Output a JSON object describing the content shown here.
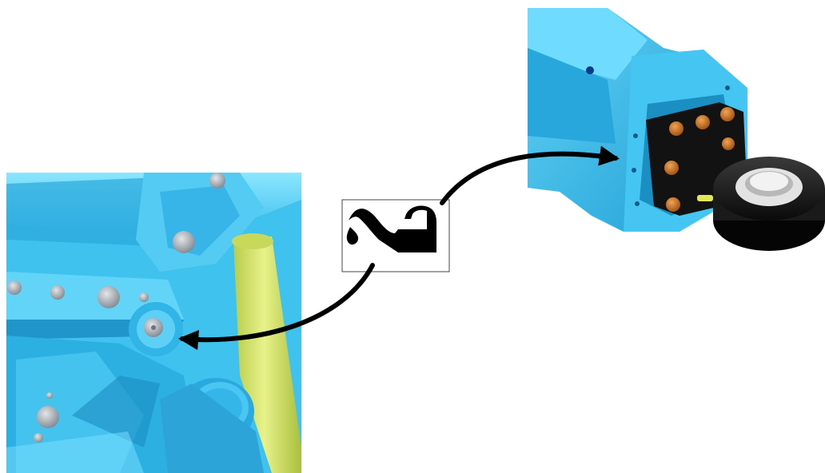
{
  "diagram": {
    "type": "lubrication-point-illustration",
    "colors": {
      "frame_blue": "#2fb8e6",
      "frame_blue_dark": "#1479a8",
      "frame_blue_light": "#7fe0ff",
      "yellow_rod": "#d8e86a",
      "flange_black": "#151515",
      "bolt_orange": "#c8701e",
      "bolt_grey": "#9aa0a6",
      "bushing_grey": "#d9d9d9",
      "arrow": "#000000"
    },
    "left_panel": {
      "subject": "pivot-joint-closeup",
      "has_grease_point": true
    },
    "right_panel": {
      "subject": "cylinder-end-with-bolted-flange",
      "has_grease_point": true
    },
    "center_icon": {
      "icon": "oil-can-icon",
      "meaning": "lubricate"
    },
    "arrows": [
      {
        "from": "center_icon",
        "to": "left_panel",
        "curve": "down-left"
      },
      {
        "from": "center_icon",
        "to": "right_panel",
        "curve": "up-right"
      }
    ]
  }
}
